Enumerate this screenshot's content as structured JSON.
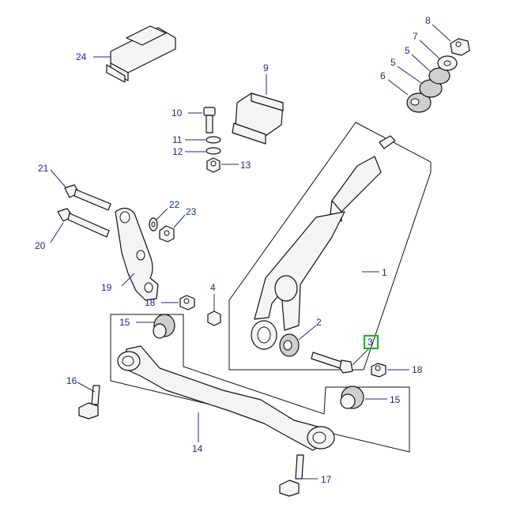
{
  "callouts": {
    "c1": "1",
    "c2": "2",
    "c3": "3",
    "c4": "4",
    "c5a": "5",
    "c5b": "5",
    "c6": "6",
    "c7": "7",
    "c8": "8",
    "c9": "9",
    "c10": "10",
    "c11": "11",
    "c12": "12",
    "c13": "13",
    "c14": "14",
    "c15a": "15",
    "c15b": "15",
    "c16": "16",
    "c17": "17",
    "c18a": "18",
    "c18b": "18",
    "c19": "19",
    "c20": "20",
    "c21": "21",
    "c22": "22",
    "c23": "23",
    "c24": "24"
  },
  "highlight": {
    "part": "3",
    "color": "#17b317"
  },
  "colors": {
    "callout_text": "#1c2a86",
    "linework": "#111111"
  }
}
